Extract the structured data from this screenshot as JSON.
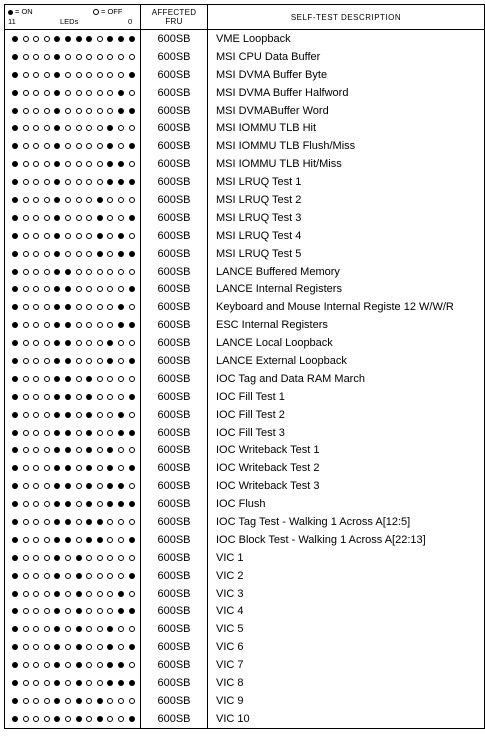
{
  "header": {
    "legend_on": "= ON",
    "legend_off": "= OFF",
    "led_high": "11",
    "led_low": "0",
    "leds_label": "LEDs",
    "fru_line1": "AFFECTED",
    "fru_line2": "FRU",
    "description": "SELF-TEST  DESCRIPTION"
  },
  "rows": [
    {
      "leds": "100011110111",
      "fru": "600SB",
      "desc": "VME Loopback"
    },
    {
      "leds": "100010000000",
      "fru": "600SB",
      "desc": "MSI CPU Data Buffer"
    },
    {
      "leds": "100010000001",
      "fru": "600SB",
      "desc": "MSI DVMA Buffer Byte"
    },
    {
      "leds": "100010000010",
      "fru": "600SB",
      "desc": "MSI DVMA Buffer Halfword"
    },
    {
      "leds": "100010000011",
      "fru": "600SB",
      "desc": "MSI  DVMABuffer Word"
    },
    {
      "leds": "100010000100",
      "fru": "600SB",
      "desc": "MSI IOMMU TLB Hit"
    },
    {
      "leds": "100010000101",
      "fru": "600SB",
      "desc": "MSI IOMMU TLB Flush/Miss"
    },
    {
      "leds": "100010000110",
      "fru": "600SB",
      "desc": "MSI IOMMU TLB Hit/Miss"
    },
    {
      "leds": "100010000111",
      "fru": "600SB",
      "desc": "MSI LRUQ Test 1"
    },
    {
      "leds": "100010001000",
      "fru": "600SB",
      "desc": "MSI LRUQ Test 2"
    },
    {
      "leds": "100010001001",
      "fru": "600SB",
      "desc": "MSI LRUQ Test 3"
    },
    {
      "leds": "100010001010",
      "fru": "600SB",
      "desc": "MSI LRUQ Test 4"
    },
    {
      "leds": "100010001011",
      "fru": "600SB",
      "desc": "MSI LRUQ Test 5"
    },
    {
      "leds": "100011000000",
      "fru": "600SB",
      "desc": "LANCE Buffered Memory"
    },
    {
      "leds": "100011000001",
      "fru": "600SB",
      "desc": "LANCE Internal Registers"
    },
    {
      "leds": "100011000010",
      "fru": "600SB",
      "desc": "Keyboard and Mouse Internal Registe 12 W/W/R"
    },
    {
      "leds": "100011000011",
      "fru": "600SB",
      "desc": "ESC Internal Registers"
    },
    {
      "leds": "100011000100",
      "fru": "600SB",
      "desc": "LANCE Local Loopback"
    },
    {
      "leds": "100011000101",
      "fru": "600SB",
      "desc": "LANCE External Loopback"
    },
    {
      "leds": "100011010000",
      "fru": "600SB",
      "desc": "IOC Tag and Data RAM March"
    },
    {
      "leds": "100011010001",
      "fru": "600SB",
      "desc": "IOC Fill Test 1"
    },
    {
      "leds": "100011010010",
      "fru": "600SB",
      "desc": "IOC Fill Test 2"
    },
    {
      "leds": "100011010011",
      "fru": "600SB",
      "desc": "IOC Fill Test 3"
    },
    {
      "leds": "100011010100",
      "fru": "600SB",
      "desc": "IOC Writeback Test 1"
    },
    {
      "leds": "100011010101",
      "fru": "600SB",
      "desc": "IOC Writeback Test 2"
    },
    {
      "leds": "100011010110",
      "fru": "600SB",
      "desc": "IOC Writeback Test 3"
    },
    {
      "leds": "100011010111",
      "fru": "600SB",
      "desc": "IOC Flush"
    },
    {
      "leds": "100011011000",
      "fru": "600SB",
      "desc": "IOC Tag Test - Walking 1 Across A[12:5]"
    },
    {
      "leds": "100011011001",
      "fru": "600SB",
      "desc": "IOC Block Test - Walking 1 Across A[22:13]"
    },
    {
      "leds": "100010100000",
      "fru": "600SB",
      "desc": "VIC 1"
    },
    {
      "leds": "100010100001",
      "fru": "600SB",
      "desc": "VIC 2"
    },
    {
      "leds": "100010100010",
      "fru": "600SB",
      "desc": "VIC 3"
    },
    {
      "leds": "100010100011",
      "fru": "600SB",
      "desc": "VIC 4"
    },
    {
      "leds": "100010100100",
      "fru": "600SB",
      "desc": "VIC 5"
    },
    {
      "leds": "100010100101",
      "fru": "600SB",
      "desc": "VIC 6"
    },
    {
      "leds": "100010100110",
      "fru": "600SB",
      "desc": "VIC 7"
    },
    {
      "leds": "100010100111",
      "fru": "600SB",
      "desc": "VIC 8"
    },
    {
      "leds": "100010101000",
      "fru": "600SB",
      "desc": "VIC 9"
    },
    {
      "leds": "100010101001",
      "fru": "600SB",
      "desc": "VIC 10"
    }
  ]
}
